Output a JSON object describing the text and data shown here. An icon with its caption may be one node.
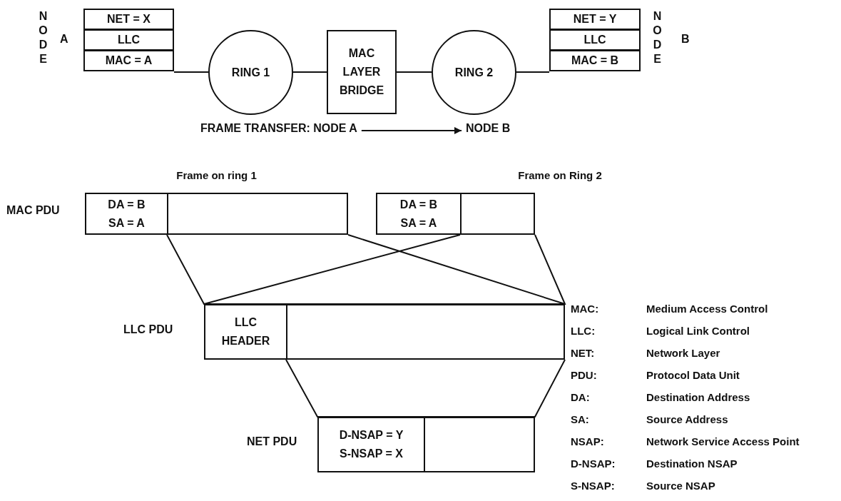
{
  "diagram": {
    "nodes": [
      {
        "text": [
          "NET = X"
        ]
      },
      {
        "text": [
          "LLC"
        ]
      },
      {
        "text": [
          "MAC = A"
        ]
      },
      {
        "text": [
          "RING 1"
        ]
      },
      {
        "text": [
          "MAC LAYER BRIDGE"
        ]
      },
      {
        "text": [
          "RING 2"
        ]
      },
      {
        "text": [
          "NET = Y"
        ]
      },
      {
        "text": [
          "LLC"
        ]
      },
      {
        "text": [
          "MAC = B"
        ]
      },
      {
        "text": [
          "FRAME TRANSFER: NODE A"
        ]
      },
      {
        "text": [
          "NODE B"
        ]
      },
      {
        "text": [
          "Frame on ring 1"
        ],
        "beside": [
          "MAC PDU"
        ]
      },
      {
        "text": [
          "DA = B",
          "SA = A"
        ],
        "in": 11
      },
      {
        "text": [],
        "shape": "box",
        "in": 11
      },
      {
        "text": [
          "Frame on Ring 2"
        ]
      },
      {
        "text": [
          "DA = B",
          "SA = A"
        ],
        "in": 14
      },
      {
        "text": [],
        "shape": "box",
        "in": 14
      },
      {
        "text": [],
        "shape": "box",
        "beside": [
          "LLC PDU"
        ]
      },
      {
        "text": [
          "LLC HEADER"
        ],
        "in": 17
      },
      {
        "text": [],
        "shape": "box",
        "in": 17
      },
      {
        "text": [],
        "shape": "box",
        "beside": [
          "NET PDU"
        ]
      },
      {
        "text": [
          "D-NSAP = Y",
          "S-NSAP = X"
        ],
        "in": 20
      },
      {
        "text": [],
        "shape": "box",
        "in": 20
      }
    ],
    "edges": [
      {
        "from": 2,
        "to": 3,
        "arrow": "none"
      },
      {
        "from": 3,
        "to": 4,
        "arrow": "none"
      },
      {
        "from": 4,
        "to": 5,
        "arrow": "none"
      },
      {
        "from": 5,
        "to": 8,
        "arrow": "none"
      },
      {
        "from": 9,
        "to": 10,
        "arrow": "to"
      },
      {
        "from": 13,
        "to": 17,
        "arrow": "none"
      },
      {
        "from": 16,
        "to": 17,
        "arrow": "none"
      },
      {
        "from": 19,
        "to": 20,
        "arrow": "none"
      }
    ],
    "labels": [
      "NODE",
      "A",
      "NODE",
      "B",
      "MAC:",
      "Medium Access Control",
      "LLC:",
      "Logical Link Control",
      "NET:",
      "Network Layer",
      "PDU:",
      "Protocol Data Unit",
      "DA:",
      "Destination Address",
      "SA:",
      "Source Address",
      "NSAP:",
      "Network Service Access Point",
      "D-NSAP:",
      "Destination NSAP",
      "S-NSAP:",
      "Source NSAP"
    ]
  }
}
